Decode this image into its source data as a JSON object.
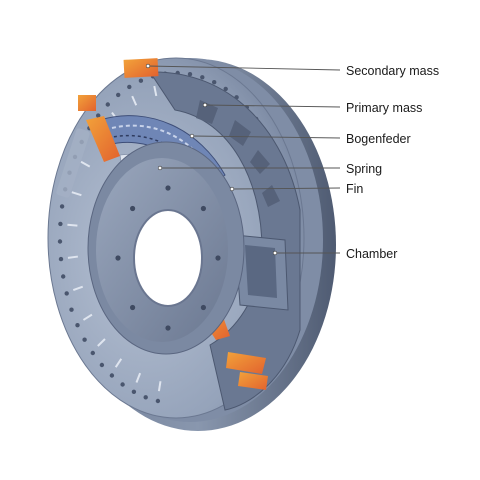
{
  "labels": {
    "secondary_mass": "Secondary mass",
    "primary_mass": "Primary mass",
    "bogenfeder": "Bogenfeder",
    "spring": "Spring",
    "fin": "Fin",
    "chamber": "Chamber"
  },
  "colors": {
    "steel_light": "#a9b5c8",
    "steel_mid": "#8392aa",
    "steel_dark": "#5d6a81",
    "steel_shadow": "#45506a",
    "cut_orange": "#e8793a",
    "cut_yellow": "#f2b33d",
    "spring_blue": "#6f86b6",
    "leader_line": "#555555"
  },
  "icons": {
    "embossed_logo": "rotary-emboss-text"
  }
}
